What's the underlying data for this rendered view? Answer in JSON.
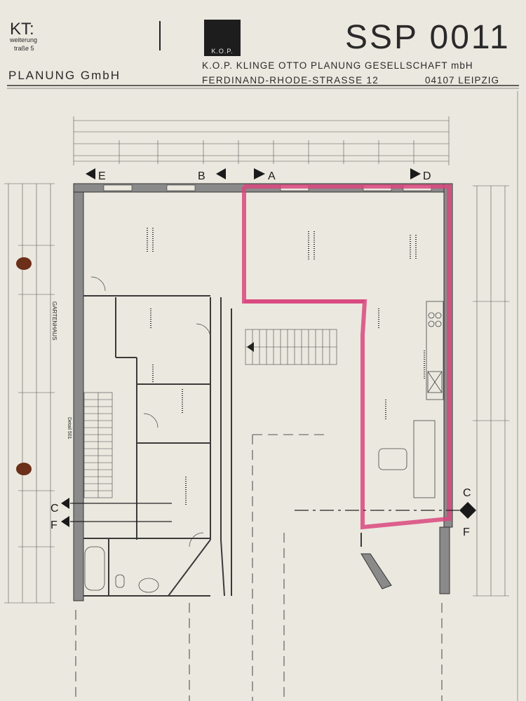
{
  "titleblock": {
    "project_label": "KT:",
    "project_line1": "weiterung",
    "project_line2": "traße 5",
    "planung": "PLANUNG GmbH",
    "logo_text": "K.O.P.",
    "firm_name": "K.O.P. KLINGE OTTO PLANUNG GESELLSCHAFT mbH",
    "street": "FERDINAND-RHODE-STRASSE 12",
    "city": "04107 LEIPZIG",
    "sheet_number": "SSP 0011"
  },
  "plan": {
    "section_markers": [
      "E",
      "B",
      "A",
      "D",
      "C",
      "F",
      "C",
      "F"
    ],
    "side_labels": [
      "GARTENHAUS",
      "Detail 501"
    ],
    "highlight_color": "#d9467e",
    "line_color": "#3a3a3a"
  }
}
